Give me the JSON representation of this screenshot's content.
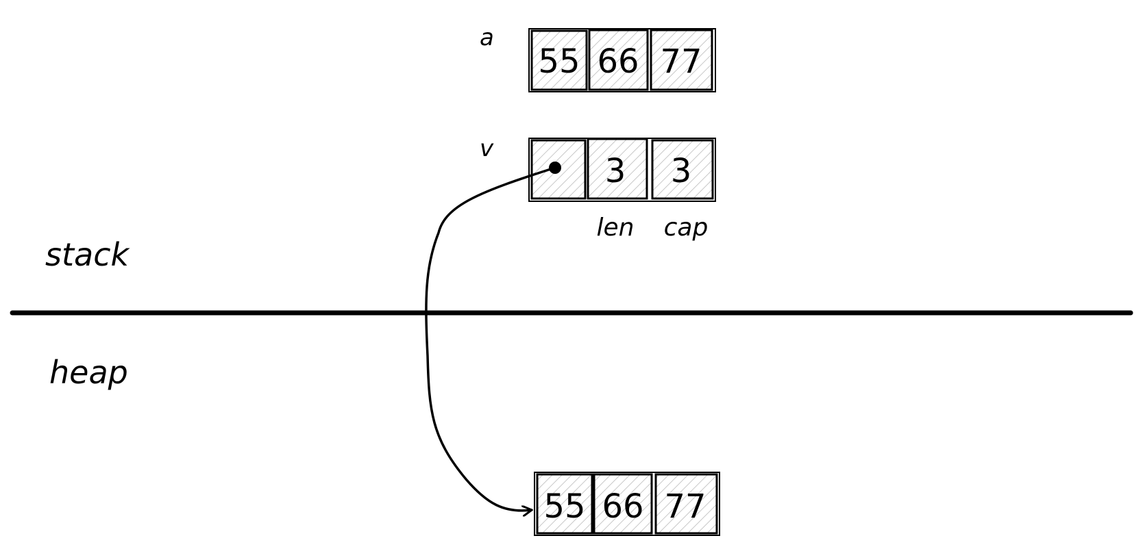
{
  "regions": {
    "stack_label": "stack",
    "heap_label": "heap"
  },
  "stack": {
    "array_a": {
      "name": "a",
      "cells": [
        "55",
        "66",
        "77"
      ]
    },
    "vec_v": {
      "name": "v",
      "cells": [
        "",
        "3",
        "3"
      ],
      "field_labels": [
        "",
        "len",
        "cap"
      ]
    }
  },
  "heap": {
    "buffer": {
      "cells": [
        "55",
        "66",
        "77"
      ]
    }
  },
  "colors": {
    "ink": "#000000",
    "hatch": "#c8c8c8",
    "background": "#ffffff"
  }
}
